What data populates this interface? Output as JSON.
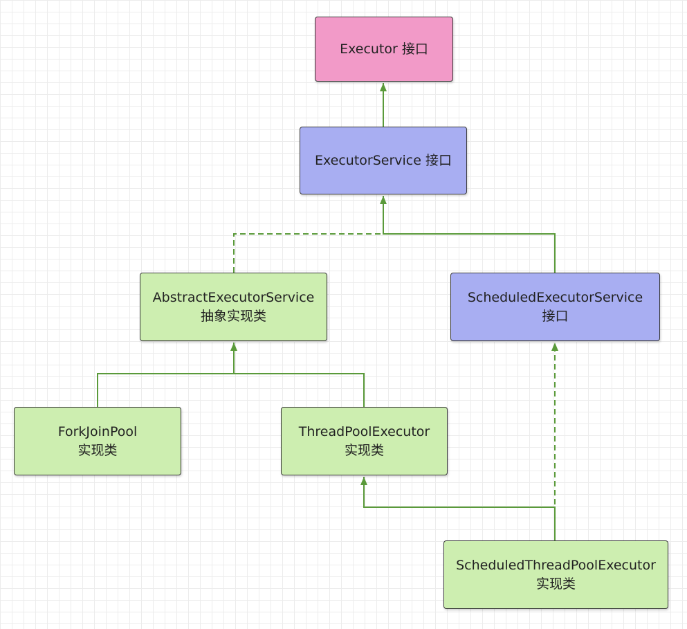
{
  "diagram": {
    "colors": {
      "edge": "#5a9a3a",
      "interface_executor": "#f29ac8",
      "interface": "#a8aef2",
      "class": "#cdeeb0"
    },
    "nodes": {
      "executor": {
        "name": "Executor",
        "tag": "接口"
      },
      "executor_service": {
        "name": "ExecutorService",
        "tag": "接口"
      },
      "abstract_executor_service": {
        "name": "AbstractExecutorService",
        "tag": "抽象实现类"
      },
      "scheduled_executor_service": {
        "name": "ScheduledExecutorService",
        "tag": "接口"
      },
      "fork_join_pool": {
        "name": "ForkJoinPool",
        "tag": "实现类"
      },
      "thread_pool_executor": {
        "name": "ThreadPoolExecutor",
        "tag": "实现类"
      },
      "scheduled_thread_pool_executor": {
        "name": "ScheduledThreadPoolExecutor",
        "tag": "实现类"
      }
    },
    "edges": [
      {
        "from": "executor_service",
        "to": "executor",
        "style": "solid"
      },
      {
        "from": "abstract_executor_service",
        "to": "executor_service",
        "style": "dashed"
      },
      {
        "from": "scheduled_executor_service",
        "to": "executor_service",
        "style": "solid"
      },
      {
        "from": "fork_join_pool",
        "to": "abstract_executor_service",
        "style": "solid"
      },
      {
        "from": "thread_pool_executor",
        "to": "abstract_executor_service",
        "style": "solid"
      },
      {
        "from": "scheduled_thread_pool_executor",
        "to": "thread_pool_executor",
        "style": "solid"
      },
      {
        "from": "scheduled_thread_pool_executor",
        "to": "scheduled_executor_service",
        "style": "dashed"
      }
    ]
  }
}
